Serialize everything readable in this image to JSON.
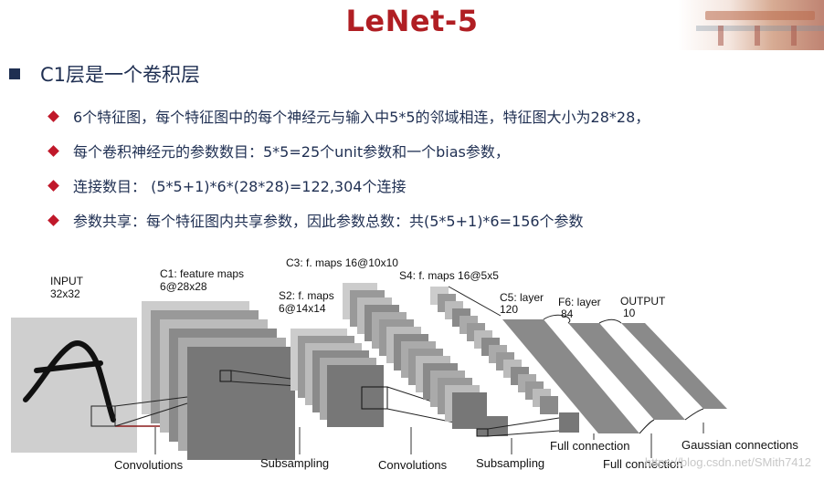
{
  "slide": {
    "title": "LeNet-5",
    "heading": "C1层是一个卷积层",
    "bullets": [
      "6个特征图，每个特征图中的每个神经元与输入中5*5的邻域相连，特征图大小为28*28，",
      "每个卷积神经元的参数数目：5*5=25个unit参数和一个bias参数，",
      "连接数目： (5*5+1)*6*(28*28)=122,304个连接",
      "参数共享：每个特征图内共享参数，因此参数总数：共(5*5+1)*6=156个参数"
    ],
    "accent_color": "#b01e23",
    "text_color": "#1f2f52"
  },
  "figure": {
    "input_label": "INPUT",
    "input_size": "32x32",
    "c1_label": "C1: feature maps",
    "c1_size": "6@28x28",
    "s2_label": "S2: f. maps",
    "s2_size": "6@14x14",
    "c3_label": "C3: f. maps 16@10x10",
    "s4_label": "S4: f. maps 16@5x5",
    "c5_label": "C5: layer",
    "c5_size": "120",
    "f6_label": "F6: layer",
    "f6_size": "84",
    "output_label": "OUTPUT",
    "output_size": "10",
    "op_convolutions_1": "Convolutions",
    "op_subsampling_1": "Subsampling",
    "op_convolutions_2": "Convolutions",
    "op_subsampling_2": "Subsampling",
    "op_full_1": "Full connection",
    "op_full_2": "Full connection",
    "op_gaussian": "Gaussian connections"
  },
  "watermark": "https://blog.csdn.net/SMith7412"
}
